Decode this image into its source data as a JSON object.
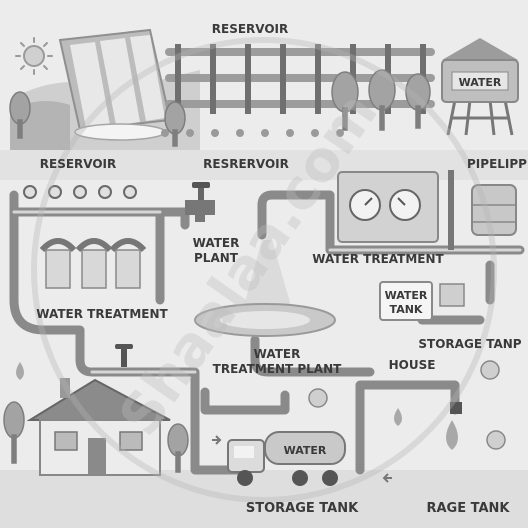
{
  "labels": {
    "reservoir_top": "RESERVOIR",
    "reservoir_left": "RESERVOIR",
    "reservoir_mid": "RESRERVOIR",
    "pipeline": "PIPELIPP",
    "water_plant_1": "WATER",
    "water_plant_2": "PLANT",
    "water_treatment_right": "WATER TREATMENT",
    "water_treatment_left": "WATER TREATMENT",
    "water_tank_1": "WATER",
    "water_tank_2": "TANK",
    "storage_tank_right": "STORAGE TANP",
    "treatment_plant_1": "WATER",
    "treatment_plant_2": "TREATMENT PLANT",
    "house": "HOUSE",
    "storage_tank_bottom": "STORAGE TANK",
    "storage_tank_cut": "RAGE TANK",
    "tower_sign": "WATER",
    "truck_sign": "WATER"
  },
  "watermark": "Shaalaa.com",
  "colors": {
    "background": "#e9e9e9",
    "pipe": "#8a8a8a",
    "valve": "#555555",
    "text": "#3a3a3a",
    "grass": "#bdbdbd",
    "tree": "#9a9a9a"
  }
}
